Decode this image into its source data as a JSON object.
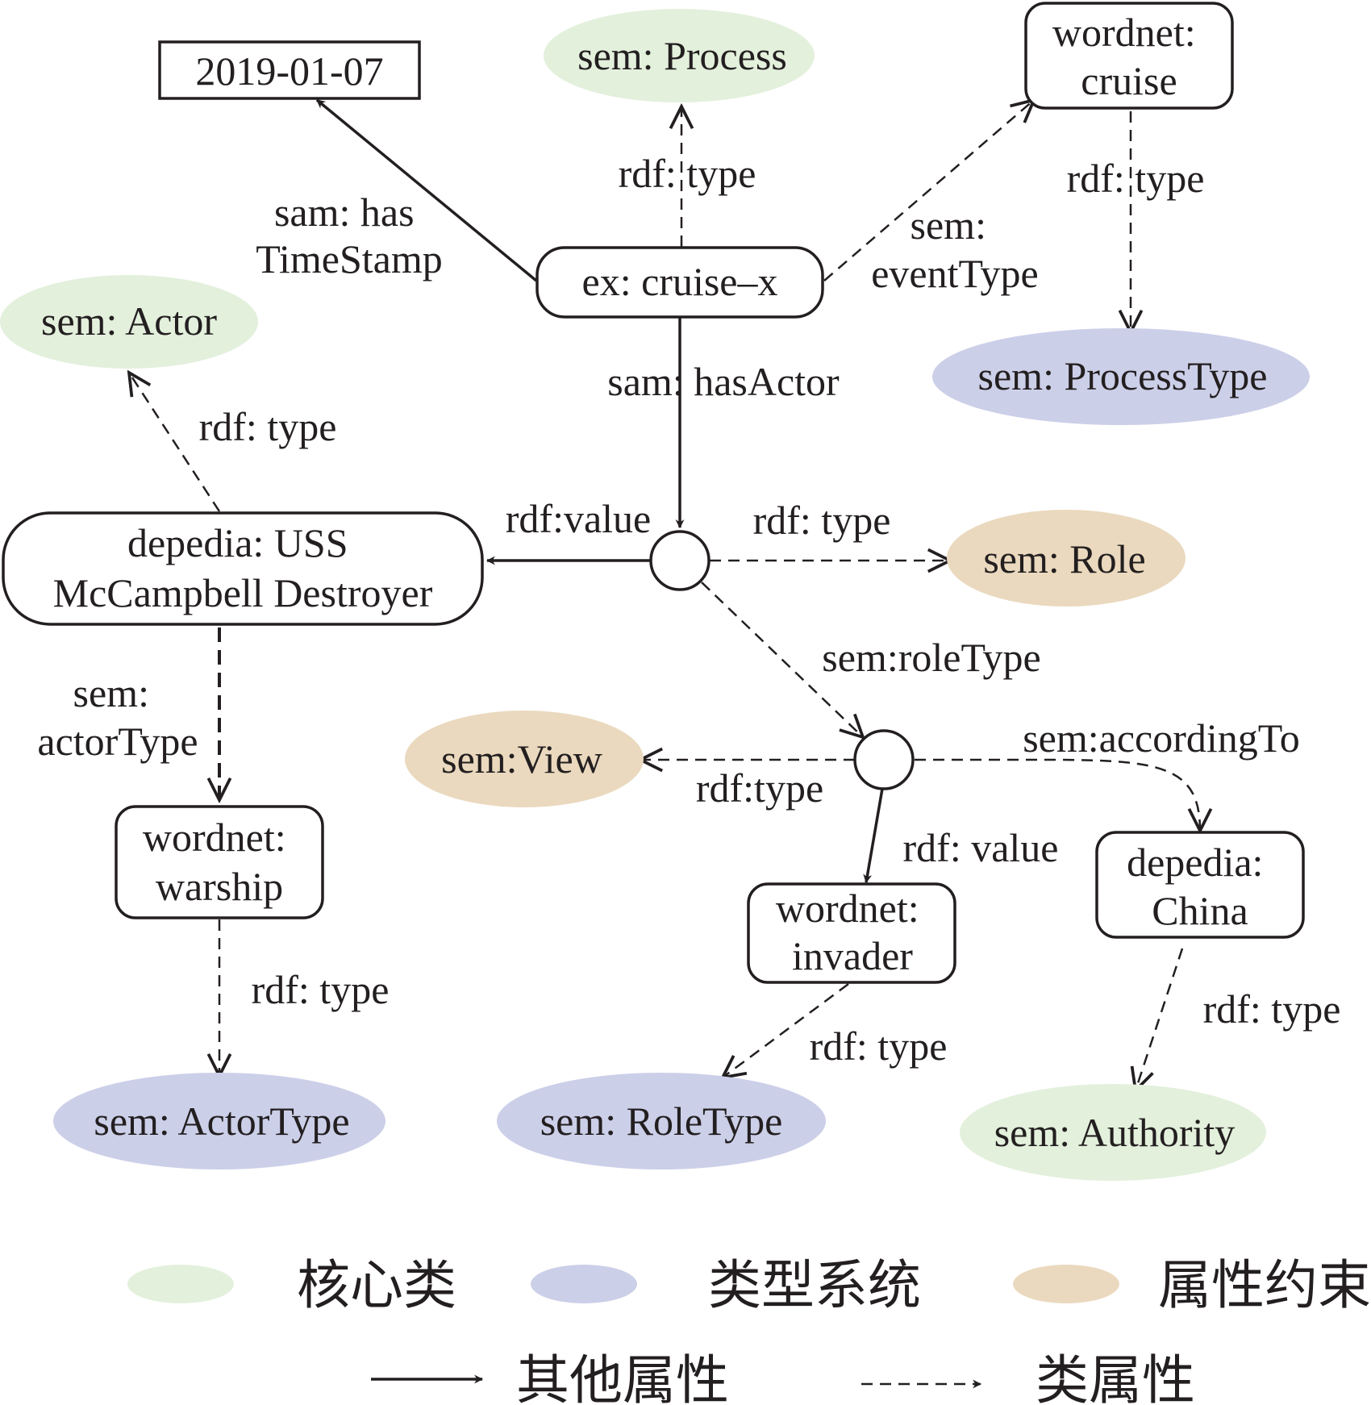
{
  "colors": {
    "core": "#e3f0dc",
    "type_system": "#cccfe8",
    "property_constraint": "#ead9be",
    "ink": "#231f20"
  },
  "nodes": {
    "date": "2019-01-07",
    "process": "sem: Process",
    "wordnet_cruise": [
      "wordnet:",
      "cruise"
    ],
    "cruise_x": "ex: cruise–x",
    "actor": "sem: Actor",
    "process_type": "sem: ProcessType",
    "destroyer": [
      "depedia: USS",
      "McCampbell Destroyer"
    ],
    "role": "sem: Role",
    "view": "sem:View",
    "warship": [
      "wordnet:",
      "warship"
    ],
    "invader": [
      "wordnet:",
      "invader"
    ],
    "china": [
      "depedia:",
      "China"
    ],
    "actor_type": "sem: ActorType",
    "role_type": "sem: RoleType",
    "authority": "sem: Authority"
  },
  "edges": {
    "has_timestamp": [
      "sam: has",
      "TimeStamp"
    ],
    "process_type_rel": "rdf: type",
    "event_type": [
      "sem:",
      "eventType"
    ],
    "cruise_type": "rdf: type",
    "has_actor": "sam: hasActor",
    "actor_type_rel": "rdf: type",
    "rdf_value_1": "rdf:value",
    "role_type_rel": "rdf: type",
    "sem_role_type": "sem:roleType",
    "actor_type_edge": [
      "sem:",
      "actorType"
    ],
    "according_to": "sem:accordingTo",
    "view_type": "rdf:type",
    "rdf_value_2": "rdf: value",
    "warship_type": "rdf: type",
    "invader_type": "rdf: type",
    "china_type": "rdf: type"
  },
  "legend": {
    "core": "核心类",
    "type_system": "类型系统",
    "property_constraint": "属性约束",
    "other_property": "其他属性",
    "class_property": "类属性"
  }
}
